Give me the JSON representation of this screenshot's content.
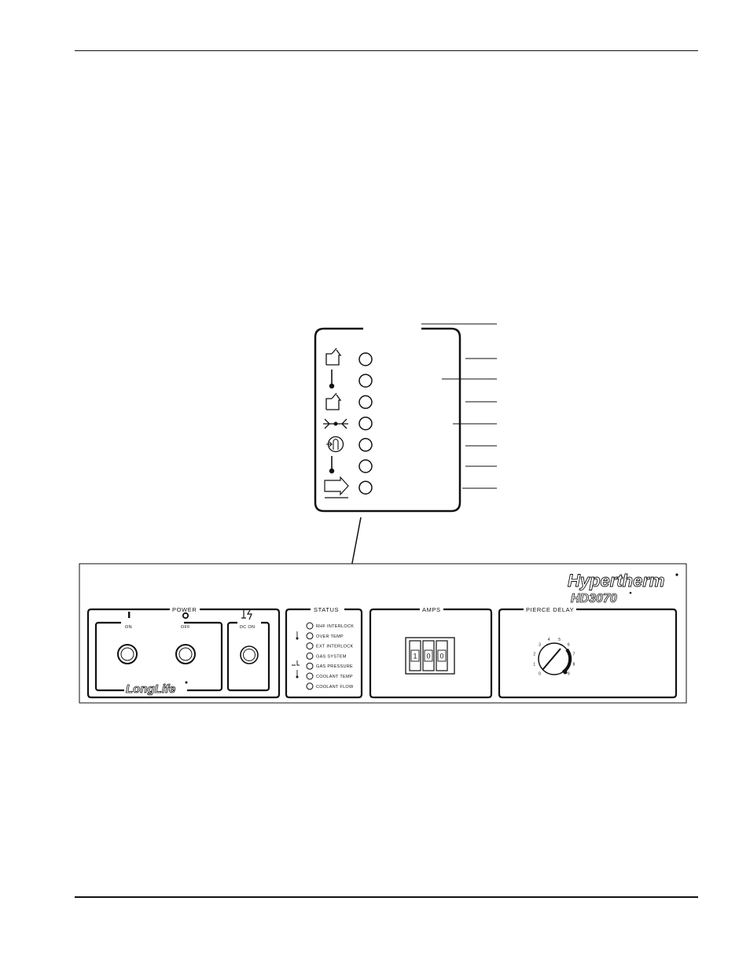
{
  "front_panel": {
    "brand": "Hypertherm",
    "model": "HD3070",
    "power": {
      "title": "POWER",
      "on_label": "ON",
      "off_label": "OFF",
      "dc_on_label": "DC ON",
      "logo": "LongLife"
    },
    "status": {
      "title": "STATUS",
      "indicators": [
        {
          "label": "RHF INTERLOCK",
          "icon": "switch-icon"
        },
        {
          "label": "OVER TEMP",
          "icon": "thermometer-icon"
        },
        {
          "label": "EXT INTERLOCK",
          "icon": "switch-icon"
        },
        {
          "label": "GAS SYSTEM",
          "icon": "gas-system-icon"
        },
        {
          "label": "GAS PRESSURE",
          "icon": "gas-pressure-icon"
        },
        {
          "label": "COOLANT TEMP",
          "icon": "thermometer-icon"
        },
        {
          "label": "COOLANT FLOW",
          "icon": "flow-arrow-icon"
        }
      ]
    },
    "amps": {
      "title": "AMPS",
      "digits": [
        "1",
        "0",
        "0"
      ]
    },
    "pierce_delay": {
      "title": "PIERCE DELAY",
      "dial_ticks": [
        "0",
        "1",
        "2",
        "3",
        "4",
        "5",
        "6",
        "7",
        "8",
        "9"
      ]
    }
  }
}
